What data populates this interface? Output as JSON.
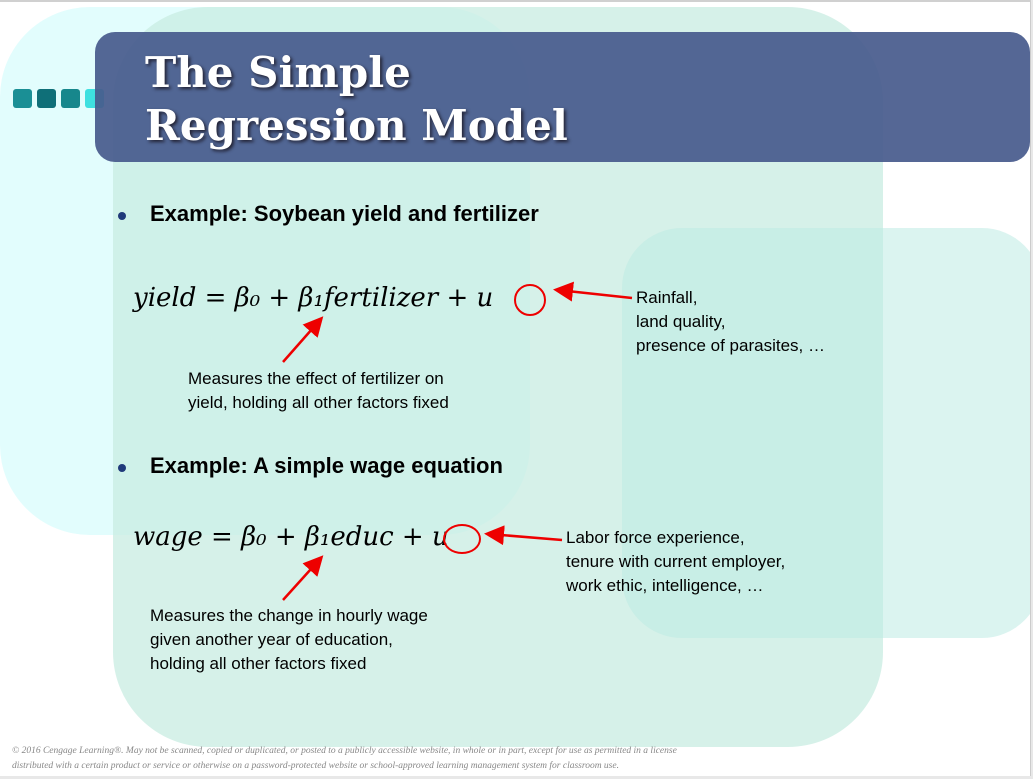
{
  "title": {
    "line1": "The Simple",
    "line2": "Regression Model"
  },
  "example1": {
    "heading": "Example: Soybean yield and fertilizer",
    "equation": "yield = β₀ + β₁fertilizer + u",
    "error_note": [
      "Rainfall,",
      "land quality,",
      "presence of parasites, …"
    ],
    "beta_note": [
      "Measures the effect of fertilizer on",
      "yield, holding all other factors fixed"
    ]
  },
  "example2": {
    "heading": "Example: A simple wage equation",
    "equation": "wage = β₀ + β₁educ + u",
    "error_note": [
      "Labor force experience,",
      "tenure with current employer,",
      "work ethic, intelligence, …"
    ],
    "beta_note": [
      "Measures the change in hourly wage",
      "given another year of education,",
      "holding all other factors fixed"
    ]
  },
  "copyright": [
    "© 2016 Cengage Learning®. May not be scanned, copied or duplicated, or posted to a publicly accessible website, in whole or in part, except for use as permitted in a license",
    "distributed with a certain product or service or otherwise on a password-protected website or school-approved learning management system for classroom use."
  ],
  "colors": {
    "title_bar": "#4a5f8c",
    "arrow": "#e00000"
  }
}
